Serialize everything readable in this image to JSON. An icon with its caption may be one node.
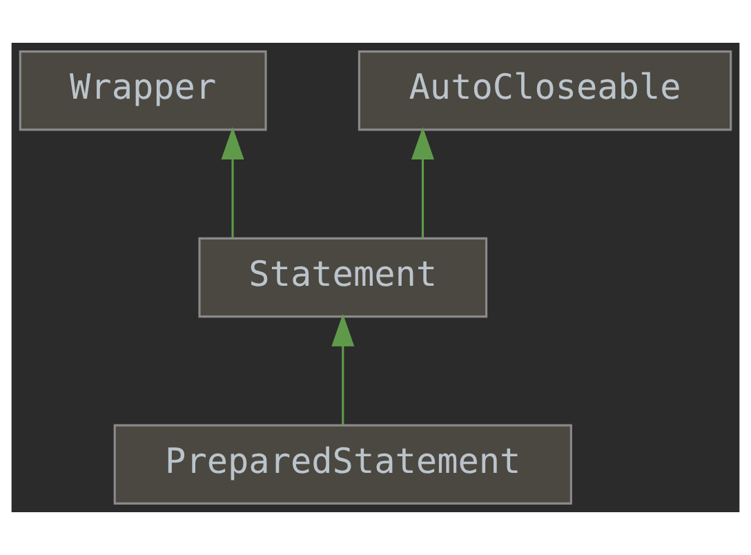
{
  "diagram": {
    "nodes": [
      {
        "text": [
          "Wrapper"
        ]
      },
      {
        "text": [
          "AutoCloseable"
        ]
      },
      {
        "text": [
          "Statement"
        ]
      },
      {
        "text": [
          "PreparedStatement"
        ]
      }
    ],
    "edges": [
      {
        "from": 2,
        "to": 0,
        "arrow": "to"
      },
      {
        "from": 2,
        "to": 1,
        "arrow": "to"
      },
      {
        "from": 3,
        "to": 2,
        "arrow": "to"
      }
    ]
  }
}
